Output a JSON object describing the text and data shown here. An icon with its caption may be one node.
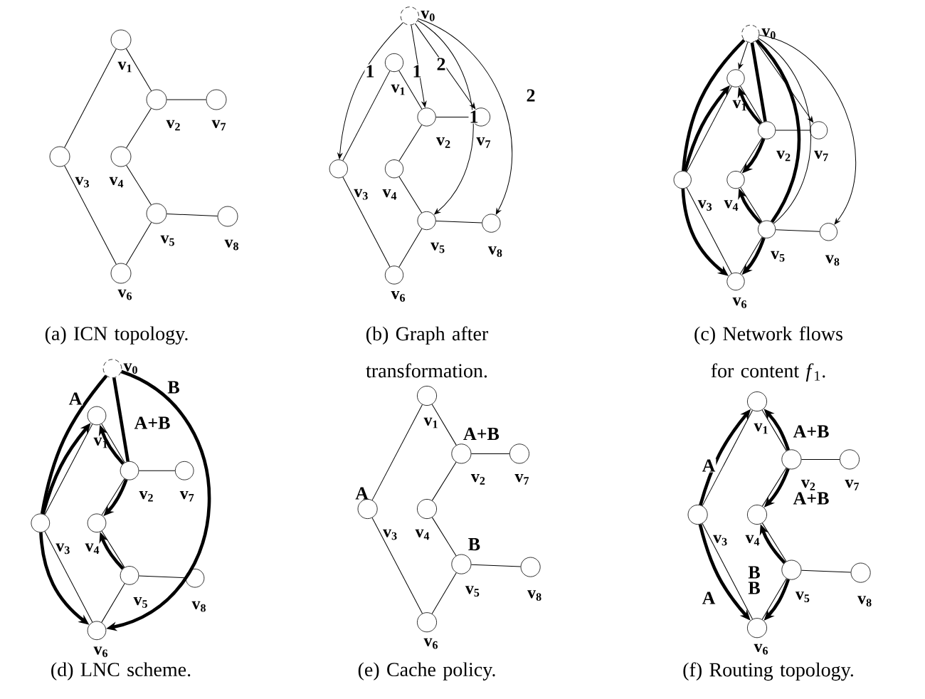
{
  "diagram": {
    "nodes": [
      {
        "text": [],
        "shape": "circle",
        "beside": [
          "v$_{1}$"
        ]
      },
      {
        "text": [],
        "shape": "circle",
        "beside": [
          "v$_{2}$"
        ]
      },
      {
        "text": [],
        "shape": "circle",
        "beside": [
          "v$_{7}$"
        ]
      },
      {
        "text": [],
        "shape": "circle",
        "beside": [
          "v$_{3}$"
        ]
      },
      {
        "text": [],
        "shape": "circle",
        "beside": [
          "v$_{4}$"
        ]
      },
      {
        "text": [],
        "shape": "circle",
        "beside": [
          "v$_{5}$"
        ]
      },
      {
        "text": [],
        "shape": "circle",
        "beside": [
          "v$_{8}$"
        ]
      },
      {
        "text": [],
        "shape": "circle",
        "beside": [
          "v$_{6}$"
        ]
      },
      {
        "text": [],
        "shape": "circle",
        "beside": [
          "v$_{0}$"
        ]
      },
      {
        "text": [],
        "shape": "circle",
        "beside": [
          "v$_{1}$"
        ]
      },
      {
        "text": [],
        "shape": "circle",
        "beside": [
          "v$_{2}$"
        ]
      },
      {
        "text": [],
        "shape": "circle",
        "beside": [
          "v$_{7}$"
        ]
      },
      {
        "text": [],
        "shape": "circle",
        "beside": [
          "v$_{3}$"
        ]
      },
      {
        "text": [],
        "shape": "circle",
        "beside": [
          "v$_{4}$"
        ]
      },
      {
        "text": [],
        "shape": "circle",
        "beside": [
          "v$_{5}$"
        ]
      },
      {
        "text": [],
        "shape": "circle",
        "beside": [
          "v$_{8}$"
        ]
      },
      {
        "text": [],
        "shape": "circle",
        "beside": [
          "v$_{6}$"
        ]
      },
      {
        "text": [],
        "shape": "circle",
        "beside": [
          "v$_{0}$"
        ]
      },
      {
        "text": [],
        "shape": "circle",
        "beside": [
          "v$_{1}$"
        ]
      },
      {
        "text": [],
        "shape": "circle",
        "beside": [
          "v$_{2}$"
        ]
      },
      {
        "text": [],
        "shape": "circle",
        "beside": [
          "v$_{7}$"
        ]
      },
      {
        "text": [],
        "shape": "circle",
        "beside": [
          "v$_{3}$"
        ]
      },
      {
        "text": [],
        "shape": "circle",
        "beside": [
          "v$_{4}$"
        ]
      },
      {
        "text": [],
        "shape": "circle",
        "beside": [
          "v$_{5}$"
        ]
      },
      {
        "text": [],
        "shape": "circle",
        "beside": [
          "v$_{8}$"
        ]
      },
      {
        "text": [],
        "shape": "circle",
        "beside": [
          "v$_{6}$"
        ]
      },
      {
        "text": [],
        "shape": "circle",
        "beside": [
          "v$_{0}$"
        ]
      },
      {
        "text": [],
        "shape": "circle",
        "beside": [
          "v$_{1}$"
        ]
      },
      {
        "text": [],
        "shape": "circle",
        "beside": [
          "v$_{2}$"
        ]
      },
      {
        "text": [],
        "shape": "circle",
        "beside": [
          "v$_{7}$"
        ]
      },
      {
        "text": [],
        "shape": "circle",
        "beside": [
          "v$_{3}$"
        ]
      },
      {
        "text": [],
        "shape": "circle",
        "beside": [
          "v$_{4}$"
        ]
      },
      {
        "text": [],
        "shape": "circle",
        "beside": [
          "v$_{5}$"
        ]
      },
      {
        "text": [],
        "shape": "circle",
        "beside": [
          "v$_{8}$"
        ]
      },
      {
        "text": [],
        "shape": "circle",
        "beside": [
          "v$_{6}$"
        ]
      },
      {
        "text": [],
        "shape": "circle",
        "beside": [
          "v$_{1}$"
        ]
      },
      {
        "text": [],
        "shape": "circle",
        "beside": [
          "A+B",
          "v$_{2}$"
        ]
      },
      {
        "text": [],
        "shape": "circle",
        "beside": [
          "v$_{7}$"
        ]
      },
      {
        "text": [],
        "shape": "circle",
        "beside": [
          "A",
          "v$_{3}$"
        ]
      },
      {
        "text": [],
        "shape": "circle",
        "beside": [
          "v$_{4}$"
        ]
      },
      {
        "text": [],
        "shape": "circle",
        "beside": [
          "B",
          "v$_{5}$"
        ]
      },
      {
        "text": [],
        "shape": "circle",
        "beside": [
          "v$_{8}$"
        ]
      },
      {
        "text": [],
        "shape": "circle",
        "beside": [
          "v$_{6}$"
        ]
      },
      {
        "text": [],
        "shape": "circle",
        "beside": [
          "v$_{1}$"
        ]
      },
      {
        "text": [],
        "shape": "circle",
        "beside": [
          "v$_{2}$"
        ]
      },
      {
        "text": [],
        "shape": "circle",
        "beside": [
          "v$_{7}$"
        ]
      },
      {
        "text": [],
        "shape": "circle",
        "beside": [
          "v$_{3}$"
        ]
      },
      {
        "text": [],
        "shape": "circle",
        "beside": [
          "v$_{4}$"
        ]
      },
      {
        "text": [],
        "shape": "circle",
        "beside": [
          "v$_{5}$"
        ]
      },
      {
        "text": [],
        "shape": "circle",
        "beside": [
          "v$_{8}$"
        ]
      },
      {
        "text": [],
        "shape": "circle",
        "beside": [
          "v$_{6}$"
        ]
      }
    ],
    "edges": [
      {
        "from": 0,
        "to": 1,
        "arrow": "none"
      },
      {
        "from": 0,
        "to": 3,
        "arrow": "none"
      },
      {
        "from": 1,
        "to": 2,
        "arrow": "none"
      },
      {
        "from": 1,
        "to": 4,
        "arrow": "none"
      },
      {
        "from": 3,
        "to": 7,
        "arrow": "none"
      },
      {
        "from": 4,
        "to": 5,
        "arrow": "none"
      },
      {
        "from": 5,
        "to": 6,
        "arrow": "none"
      },
      {
        "from": 5,
        "to": 7,
        "arrow": "none"
      },
      {
        "from": 9,
        "to": 10,
        "arrow": "none"
      },
      {
        "from": 9,
        "to": 12,
        "arrow": "none"
      },
      {
        "from": 10,
        "to": 11,
        "arrow": "none"
      },
      {
        "from": 10,
        "to": 13,
        "arrow": "none"
      },
      {
        "from": 12,
        "to": 16,
        "arrow": "none"
      },
      {
        "from": 13,
        "to": 14,
        "arrow": "none"
      },
      {
        "from": 14,
        "to": 15,
        "arrow": "none"
      },
      {
        "from": 14,
        "to": 16,
        "arrow": "none"
      },
      {
        "from": 8,
        "to": 12,
        "arrow": "to",
        "label": "1"
      },
      {
        "from": 8,
        "to": 10,
        "arrow": "to",
        "label": "1"
      },
      {
        "from": 8,
        "to": 11,
        "arrow": "to",
        "label": "2"
      },
      {
        "from": 8,
        "to": 14,
        "arrow": "to",
        "label": "1"
      },
      {
        "from": 8,
        "to": 15,
        "arrow": "to",
        "label": "2"
      },
      {
        "from": 18,
        "to": 19,
        "arrow": "none"
      },
      {
        "from": 18,
        "to": 21,
        "arrow": "none"
      },
      {
        "from": 19,
        "to": 20,
        "arrow": "none"
      },
      {
        "from": 19,
        "to": 22,
        "arrow": "none"
      },
      {
        "from": 21,
        "to": 25,
        "arrow": "none"
      },
      {
        "from": 22,
        "to": 23,
        "arrow": "none"
      },
      {
        "from": 23,
        "to": 24,
        "arrow": "none"
      },
      {
        "from": 23,
        "to": 25,
        "arrow": "none"
      },
      {
        "from": 17,
        "to": 21,
        "arrow": "none",
        "style": "thick"
      },
      {
        "from": 21,
        "to": 18,
        "arrow": "to",
        "style": "thick"
      },
      {
        "from": 17,
        "to": 19,
        "arrow": "none",
        "style": "thick"
      },
      {
        "from": 19,
        "to": 18,
        "arrow": "to",
        "style": "thick"
      },
      {
        "from": 19,
        "to": 22,
        "arrow": "to",
        "style": "thick"
      },
      {
        "from": 17,
        "to": 23,
        "arrow": "none",
        "style": "thick"
      },
      {
        "from": 23,
        "to": 22,
        "arrow": "to",
        "style": "thick"
      },
      {
        "from": 23,
        "to": 25,
        "arrow": "to",
        "style": "thick"
      },
      {
        "from": 21,
        "to": 25,
        "arrow": "to",
        "style": "thick"
      },
      {
        "from": 17,
        "to": 18,
        "arrow": "to"
      },
      {
        "from": 17,
        "to": 20,
        "arrow": "to"
      },
      {
        "from": 17,
        "to": 24,
        "arrow": "to"
      },
      {
        "from": 17,
        "to": 23,
        "arrow": "none"
      },
      {
        "from": 27,
        "to": 28,
        "arrow": "none"
      },
      {
        "from": 27,
        "to": 30,
        "arrow": "none"
      },
      {
        "from": 28,
        "to": 29,
        "arrow": "none"
      },
      {
        "from": 28,
        "to": 31,
        "arrow": "none"
      },
      {
        "from": 30,
        "to": 34,
        "arrow": "none"
      },
      {
        "from": 31,
        "to": 32,
        "arrow": "none"
      },
      {
        "from": 32,
        "to": 33,
        "arrow": "none"
      },
      {
        "from": 32,
        "to": 34,
        "arrow": "none"
      },
      {
        "from": 26,
        "to": 30,
        "arrow": "none",
        "label": "A",
        "style": "thick"
      },
      {
        "from": 30,
        "to": 27,
        "arrow": "to",
        "style": "thick"
      },
      {
        "from": 30,
        "to": 34,
        "arrow": "to",
        "style": "thick"
      },
      {
        "from": 26,
        "to": 28,
        "arrow": "none",
        "label": "A+B",
        "style": "thick"
      },
      {
        "from": 28,
        "to": 27,
        "arrow": "to",
        "style": "thick"
      },
      {
        "from": 28,
        "to": 31,
        "arrow": "to",
        "style": "thick"
      },
      {
        "from": 26,
        "to": 34,
        "arrow": "to",
        "label": "B",
        "style": "thick"
      },
      {
        "from": 32,
        "to": 31,
        "arrow": "to",
        "style": "thick"
      },
      {
        "from": 35,
        "to": 36,
        "arrow": "none"
      },
      {
        "from": 35,
        "to": 38,
        "arrow": "none"
      },
      {
        "from": 36,
        "to": 37,
        "arrow": "none"
      },
      {
        "from": 36,
        "to": 39,
        "arrow": "none"
      },
      {
        "from": 38,
        "to": 42,
        "arrow": "none"
      },
      {
        "from": 39,
        "to": 40,
        "arrow": "none"
      },
      {
        "from": 40,
        "to": 41,
        "arrow": "none"
      },
      {
        "from": 40,
        "to": 42,
        "arrow": "none"
      },
      {
        "from": 43,
        "to": 44,
        "arrow": "none"
      },
      {
        "from": 43,
        "to": 46,
        "arrow": "none"
      },
      {
        "from": 44,
        "to": 45,
        "arrow": "none"
      },
      {
        "from": 44,
        "to": 47,
        "arrow": "none"
      },
      {
        "from": 46,
        "to": 50,
        "arrow": "none"
      },
      {
        "from": 47,
        "to": 48,
        "arrow": "none"
      },
      {
        "from": 48,
        "to": 49,
        "arrow": "none"
      },
      {
        "from": 48,
        "to": 50,
        "arrow": "none"
      },
      {
        "from": 46,
        "to": 43,
        "arrow": "to",
        "label": "A",
        "style": "thick"
      },
      {
        "from": 44,
        "to": 43,
        "arrow": "to",
        "label": "A+B",
        "style": "thick"
      },
      {
        "from": 44,
        "to": 47,
        "arrow": "to",
        "label": "A+B",
        "style": "thick"
      },
      {
        "from": 48,
        "to": 47,
        "arrow": "to",
        "label": "B",
        "style": "thick"
      },
      {
        "from": 48,
        "to": 50,
        "arrow": "to",
        "label": "B",
        "style": "thick"
      },
      {
        "from": 46,
        "to": 50,
        "arrow": "to",
        "label": "A",
        "style": "thick"
      }
    ],
    "labels": [
      "(a) ICN topology.",
      "(b) Graph after transformation.",
      "(c) Network flows for content *f*$_{1}$.",
      "(d) LNC scheme.",
      "(e) Cache policy.",
      "(f) Routing topology."
    ]
  }
}
